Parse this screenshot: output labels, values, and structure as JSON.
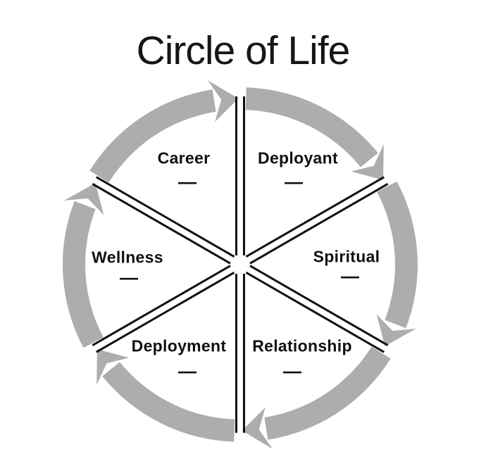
{
  "title": "Circle of Life",
  "diagram": {
    "direction": "clockwise",
    "sectors": [
      {
        "label": "Career",
        "dash": "—"
      },
      {
        "label": "Deployant",
        "dash": "—"
      },
      {
        "label": "Spiritual",
        "dash": "—"
      },
      {
        "label": "Relationship",
        "dash": "—"
      },
      {
        "label": "Deployment",
        "dash": "—"
      },
      {
        "label": "Wellness",
        "dash": "—"
      }
    ],
    "colors": {
      "arrow": "#adadad",
      "line": "#111111",
      "text": "#111111"
    }
  }
}
